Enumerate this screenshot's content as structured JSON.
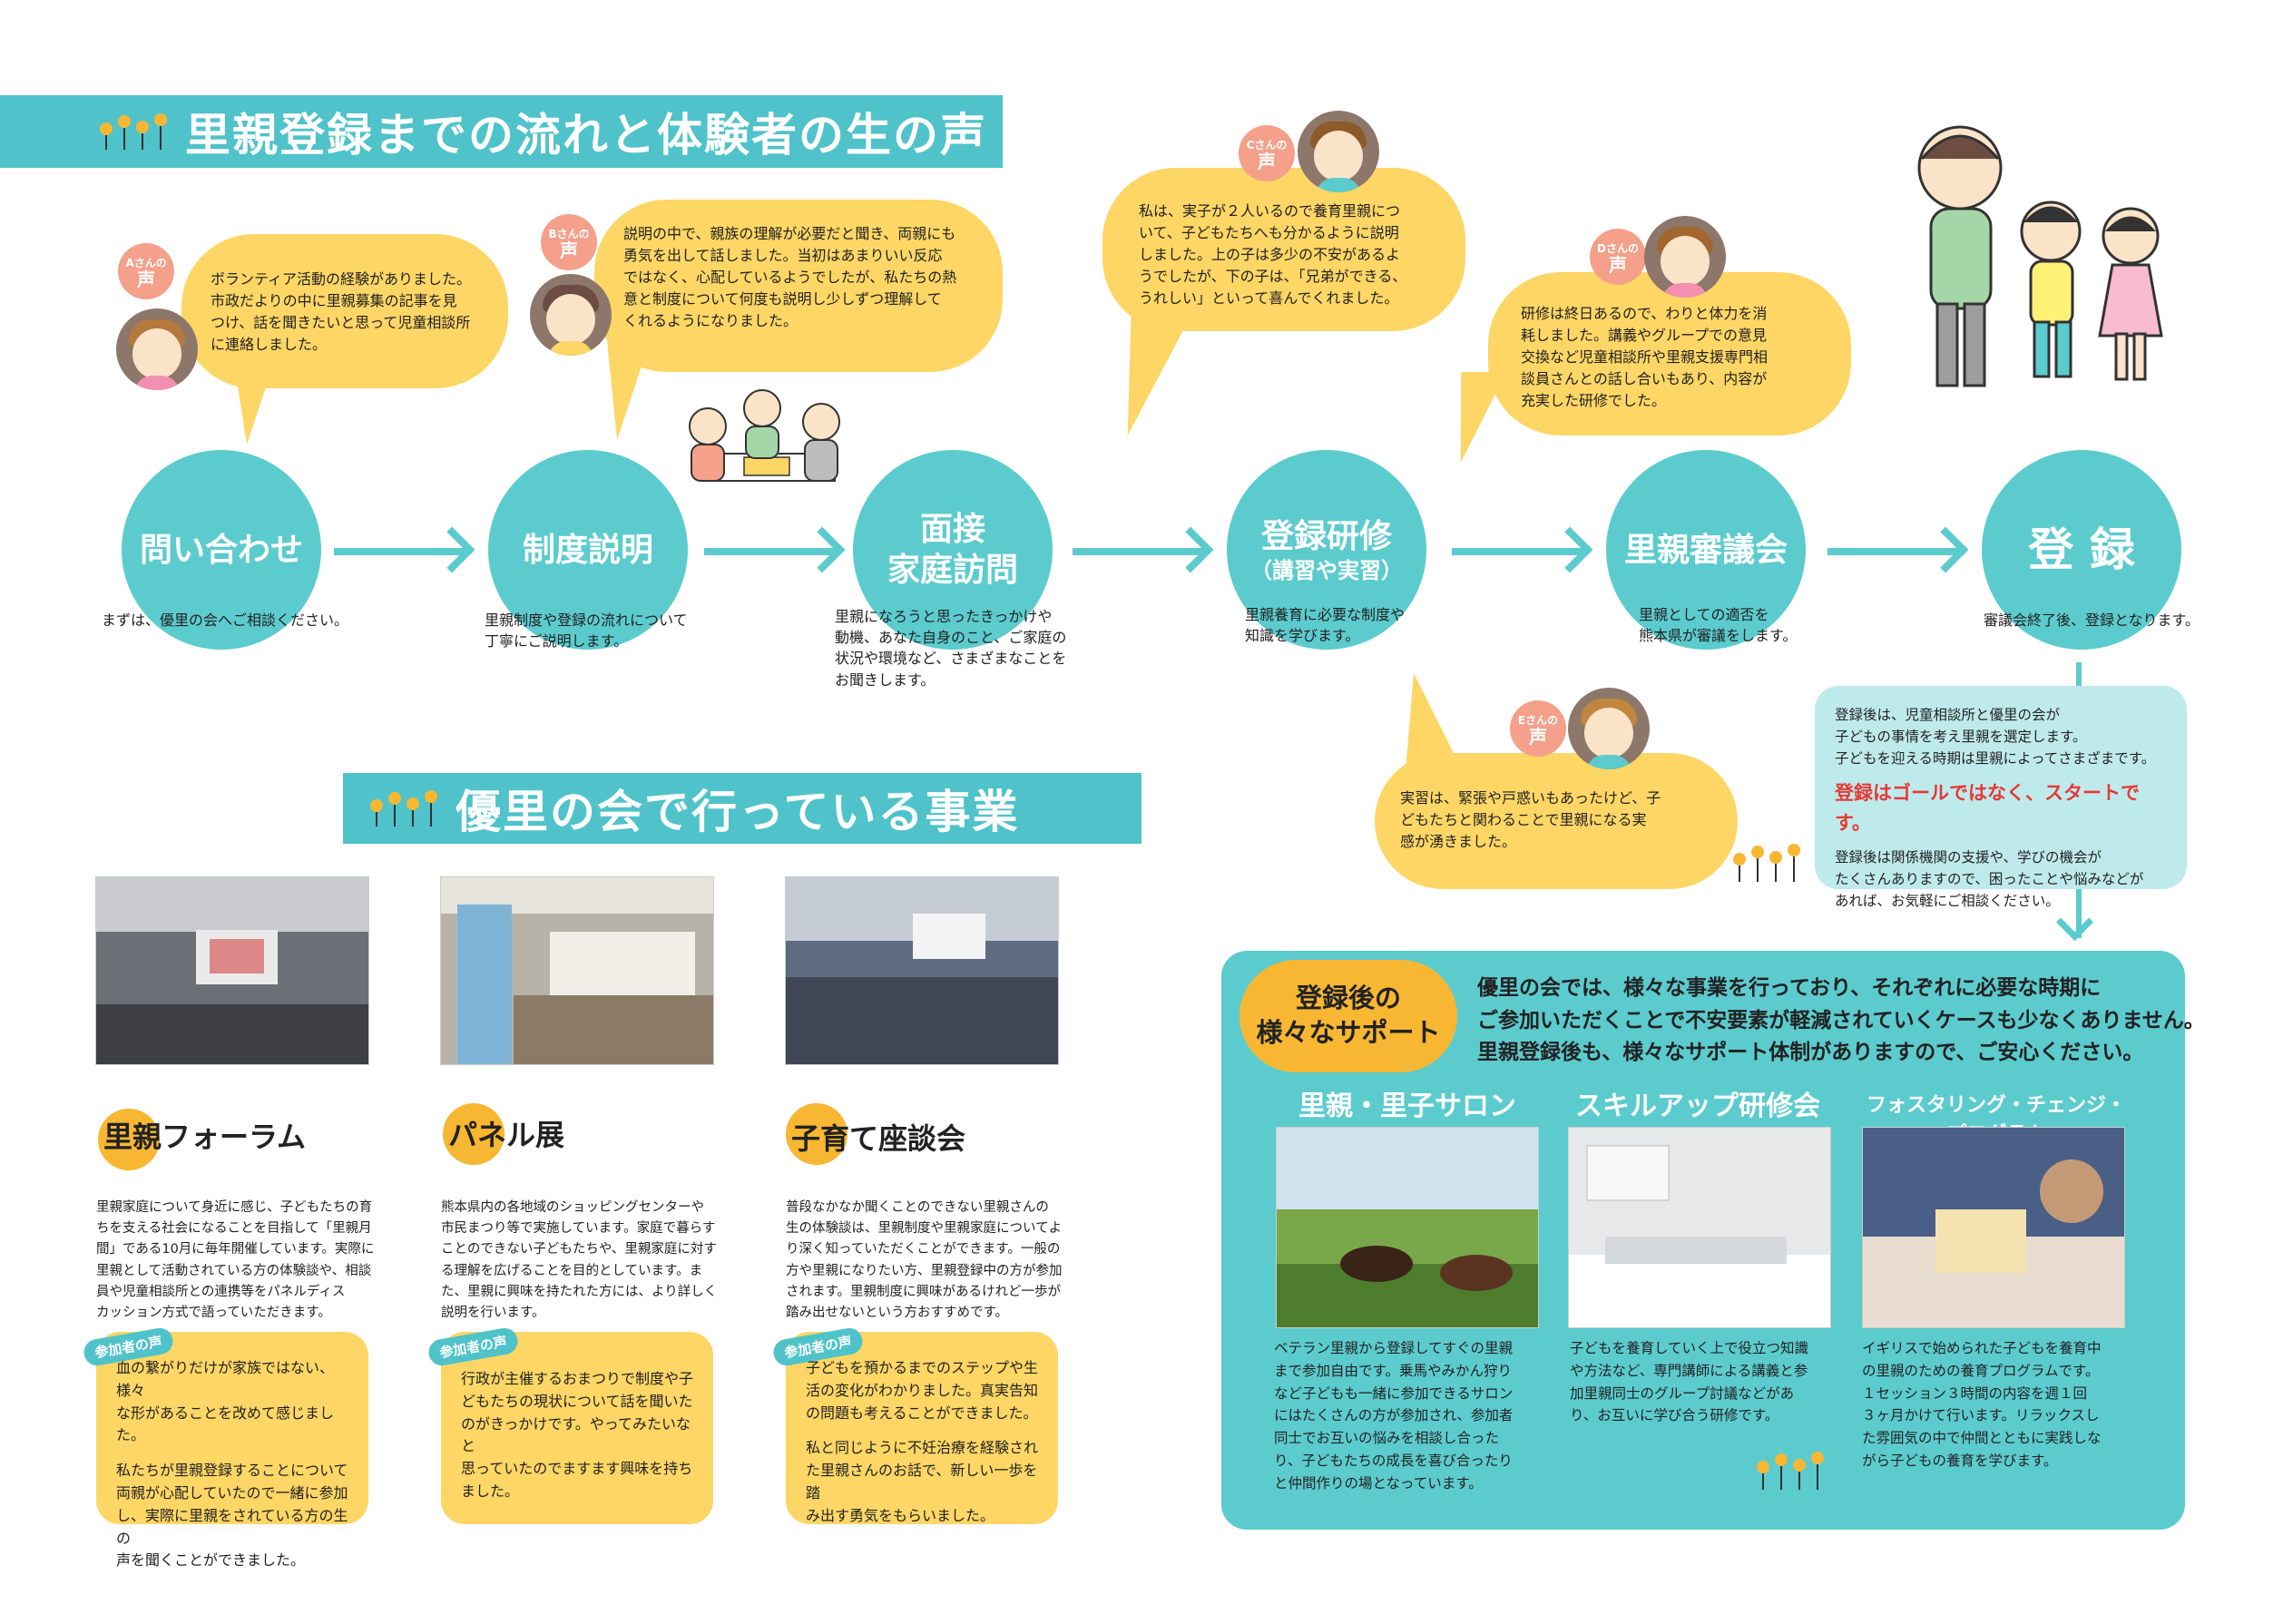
{
  "flow": {
    "title": "里親登録までの流れと体験者の生の声",
    "steps": [
      {
        "label": "問い合わせ",
        "sub": "",
        "desc": "まずは、優里の会へご相談ください。"
      },
      {
        "label": "制度説明",
        "sub": "",
        "desc": "里親制度や登録の流れについて\n丁寧にご説明します。"
      },
      {
        "label": "面接\n家庭訪問",
        "sub": "",
        "desc": "里親になろうと思ったきっかけや\n動機、あなた自身のこと、ご家庭の\n状況や環境など、さまざまなことを\nお聞きします。"
      },
      {
        "label": "登録研修",
        "sub": "（講習や実習）",
        "desc": "里親養育に必要な制度や\n知識を学びます。"
      },
      {
        "label": "里親審議会",
        "sub": "",
        "desc": "里親としての適否を\n熊本県が審議をします。"
      },
      {
        "label": "登 録",
        "sub": "",
        "desc": "審議会終了後、登録となります。"
      }
    ],
    "voice_label": "声",
    "voices": [
      {
        "name": "Aさんの",
        "text": "ボランティア活動の経験がありました。\n市政だよりの中に里親募集の記事を見\nつけ、話を聞きたいと思って児童相談所\nに連絡しました。"
      },
      {
        "name": "Bさんの",
        "text": "説明の中で、親族の理解が必要だと聞き、両親にも\n勇気を出して話しました。当初はあまりいい反応\nではなく、心配しているようでしたが、私たちの熱\n意と制度について何度も説明し少しずつ理解して\nくれるようになりました。"
      },
      {
        "name": "Cさんの",
        "text": "私は、実子が２人いるので養育里親につ\nいて、子どもたちへも分かるように説明\nしました。上の子は多少の不安があるよ\nうでしたが、下の子は、「兄弟ができる、\nうれしい」といって喜んでくれました。"
      },
      {
        "name": "Dさんの",
        "text": "研修は終日あるので、わりと体力を消\n耗しました。講義やグループでの意見\n交換など児童相談所や里親支援専門相\n談員さんとの話し合いもあり、内容が\n充実した研修でした。"
      },
      {
        "name": "Eさんの",
        "text": "実習は、緊張や戸惑いもあったけど、子\nどもたちと関わることで里親になる実\n感が湧きました。"
      }
    ],
    "after": {
      "line1": "登録後は、児童相談所と優里の会が\n子どもの事情を考え里親を選定します。\n子どもを迎える時期は里親によってさまざまです。",
      "highlight": "登録はゴールではなく、スタートです。",
      "line2": "登録後は関係機関の支援や、学びの機会が\nたくさんありますので、困ったことや悩みなどが\nあれば、お気軽にご相談ください。"
    }
  },
  "services": {
    "title": "優里の会で行っている事業",
    "voice_tag": "参加者の声",
    "items": [
      {
        "title": "里親フォーラム",
        "desc": "里親家庭について身近に感じ、子どもたちの育\nちを支える社会になることを目指して「里親月\n間」である10月に毎年開催しています。実際に\n里親として活動されている方の体験談や、相談\n員や児童相談所との連携等をパネルディス\nカッション方式で語っていただきます。",
        "voices": [
          "血の繋がりだけが家族ではない、様々\nな形があることを改めて感じました。",
          "私たちが里親登録することについて\n両親が心配していたので一緒に参加\nし、実際に里親をされている方の生の\n声を聞くことができました。"
        ]
      },
      {
        "title": "パネル展",
        "desc": "熊本県内の各地域のショッピングセンターや\n市民まつり等で実施しています。家庭で暮らす\nことのできない子どもたちや、里親家庭に対す\nる理解を広げることを目的としています。ま\nた、里親に興味を持たれた方には、より詳しく\n説明を行います。",
        "voices": [
          "行政が主催するおまつりで制度や子\nどもたちの現状について話を聞いた\nのがきっかけです。やってみたいなと\n思っていたのでますます興味を持ち\nました。"
        ]
      },
      {
        "title": "子育て座談会",
        "desc": "普段なかなか聞くことのできない里親さんの\n生の体験談は、里親制度や里親家庭についてよ\nり深く知っていただくことができます。一般の\n方や里親になりたい方、里親登録中の方が参加\nされます。里親制度に興味があるけれど一歩が\n踏み出せないという方おすすめです。",
        "voices": [
          "子どもを預かるまでのステップや生\n活の変化がわかりました。真実告知\nの問題も考えることができました。",
          "私と同じように不妊治療を経験され\nた里親さんのお話で、新しい一歩を踏\nみ出す勇気をもらいました。"
        ]
      }
    ]
  },
  "support": {
    "badge": "登録後の\n様々なサポート",
    "intro": "優里の会では、様々な事業を行っており、それぞれに必要な時期に\nご参加いただくことで不安要素が軽減されていくケースも少なくありません。\n里親登録後も、様々なサポート体制がありますので、ご安心ください。",
    "items": [
      {
        "title": "里親・里子サロン",
        "desc": "ベテラン里親から登録してすぐの里親\nまで参加自由です。乗馬やみかん狩り\nなど子どもも一緒に参加できるサロン\nにはたくさんの方が参加され、参加者\n同士でお互いの悩みを相談し合った\nり、子どもたちの成長を喜び合ったり\nと仲間作りの場となっています。"
      },
      {
        "title": "スキルアップ研修会",
        "desc": "子どもを養育していく上で役立つ知識\nや方法など、専門講師による講義と参\n加里親同士のグループ討議などがあ\nり、お互いに学び合う研修です。"
      },
      {
        "title": "フォスタリング・チェンジ・プログラム",
        "desc": "イギリスで始められた子どもを養育中\nの里親のための養育プログラムです。\n１セッション３時間の内容を週１回\n３ヶ月かけて行います。リラックスし\nた雰囲気の中で仲間とともに実践しな\nがら子どもの養育を学びます。"
      }
    ]
  },
  "colors": {
    "teal": "#5ccbce",
    "yellow": "#fdd666",
    "orange": "#f7b733",
    "red": "#e53935"
  }
}
